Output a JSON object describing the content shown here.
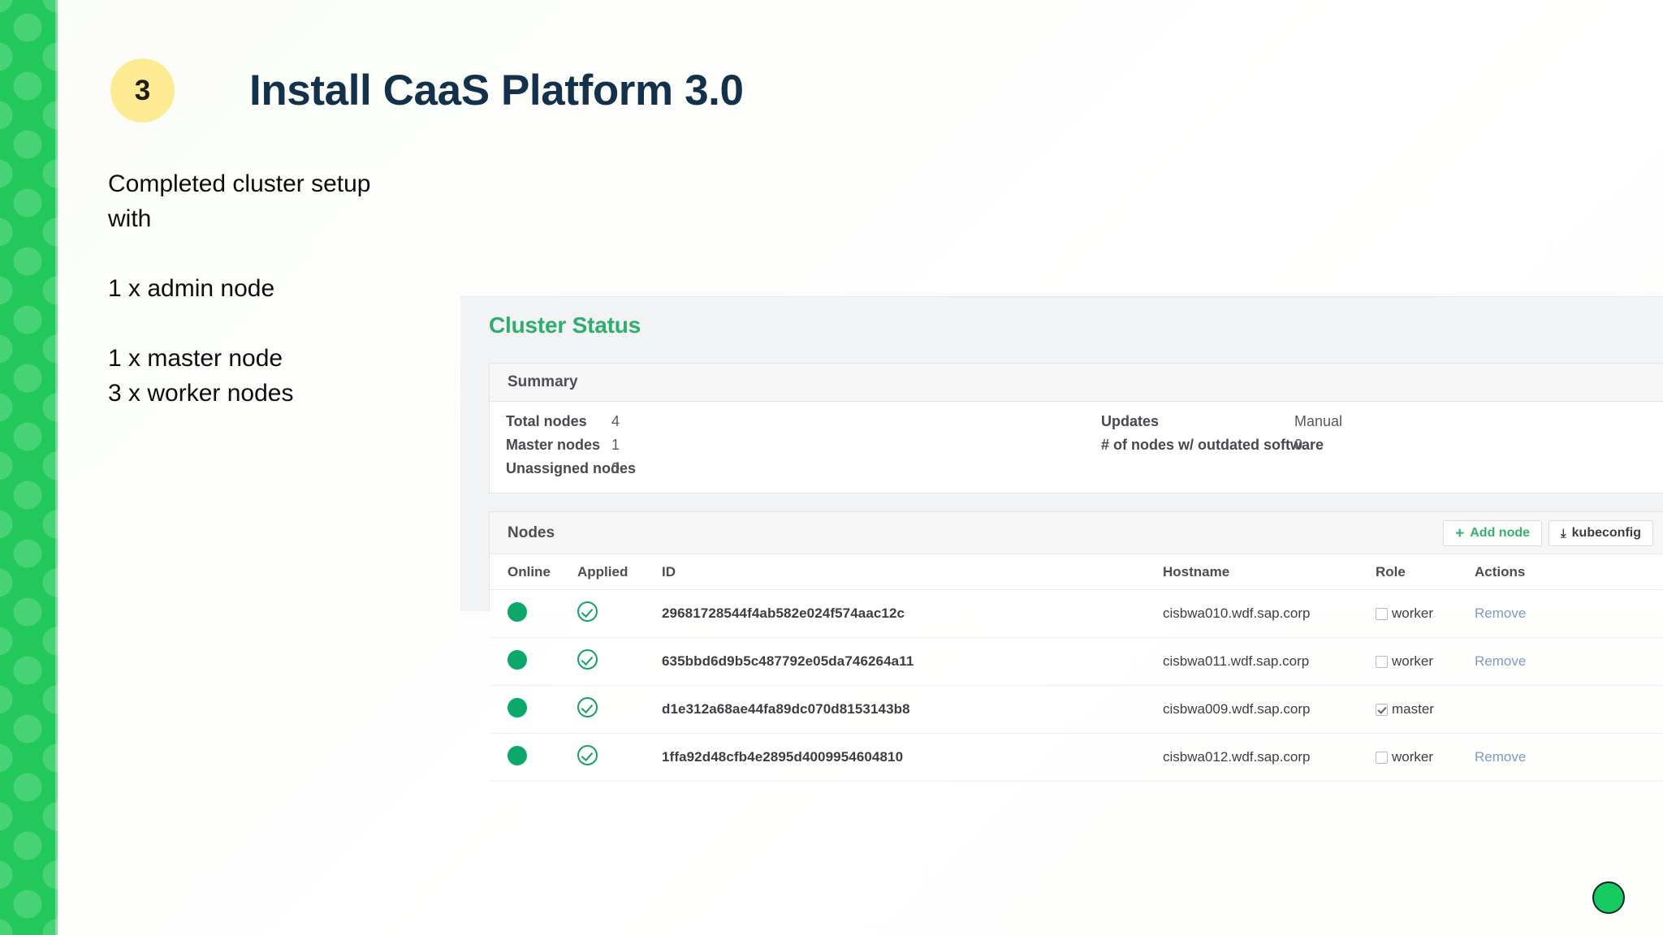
{
  "slide": {
    "step_number": "3",
    "title": "Install CaaS Platform 3.0",
    "body_lines": [
      "Completed cluster setup",
      "with",
      "1 x admin node",
      "1 x master node",
      "3 x worker nodes"
    ],
    "accent_green": "#22c95a",
    "badge_yellow": "#fdeb94",
    "title_color": "#13314a"
  },
  "cluster_panel": {
    "title": "Cluster Status",
    "title_color": "#2eae6d",
    "summary": {
      "heading": "Summary",
      "left_stats": [
        {
          "label": "Total nodes",
          "value": "4"
        },
        {
          "label": "Master nodes",
          "value": "1"
        },
        {
          "label": "Unassigned nodes",
          "value": "0"
        }
      ],
      "right_stats": [
        {
          "label": "Updates",
          "value": "Manual"
        },
        {
          "label": "# of nodes w/ outdated software",
          "value": "0"
        }
      ]
    },
    "nodes": {
      "heading": "Nodes",
      "buttons": [
        {
          "icon": "plus-icon",
          "glyph": "+",
          "label": "Add node"
        },
        {
          "icon": "download-icon",
          "glyph": "⤓",
          "label": "kubeconfig"
        }
      ],
      "columns": [
        "Online",
        "Applied",
        "ID",
        "",
        "Hostname",
        "Role",
        "Actions"
      ],
      "rows": [
        {
          "online": true,
          "applied": true,
          "id": "29681728544f4ab582e024f574aac12c",
          "hostname": "cisbwa010.wdf.sap.corp",
          "role": "worker",
          "role_checked": false,
          "action": "Remove"
        },
        {
          "online": true,
          "applied": true,
          "id": "635bbd6d9b5c487792e05da746264a11",
          "hostname": "cisbwa011.wdf.sap.corp",
          "role": "worker",
          "role_checked": false,
          "action": "Remove"
        },
        {
          "online": true,
          "applied": true,
          "id": "d1e312a68ae44fa89dc070d8153143b8",
          "hostname": "cisbwa009.wdf.sap.corp",
          "role": "master",
          "role_checked": true,
          "action": ""
        },
        {
          "online": true,
          "applied": true,
          "id": "1ffa92d48cfb4e2895d4009954604810",
          "hostname": "cisbwa012.wdf.sap.corp",
          "role": "worker",
          "role_checked": false,
          "action": "Remove"
        }
      ]
    }
  }
}
